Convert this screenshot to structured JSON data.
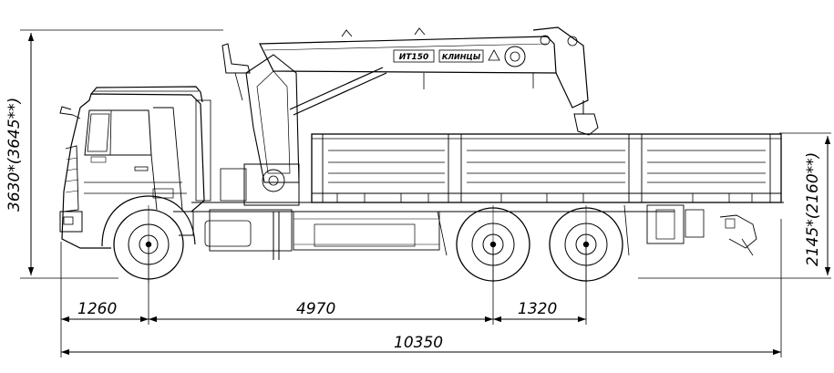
{
  "dimensions": {
    "overall_height": "3630*(3645**)",
    "bed_height": "2145*(2160**)",
    "front_overhang": "1260",
    "wheelbase": "4970",
    "rear_axle_spacing": "1320",
    "overall_length": "10350"
  },
  "crane_labels": {
    "model": "ИТ150",
    "brand": "КЛИНЦЫ"
  }
}
